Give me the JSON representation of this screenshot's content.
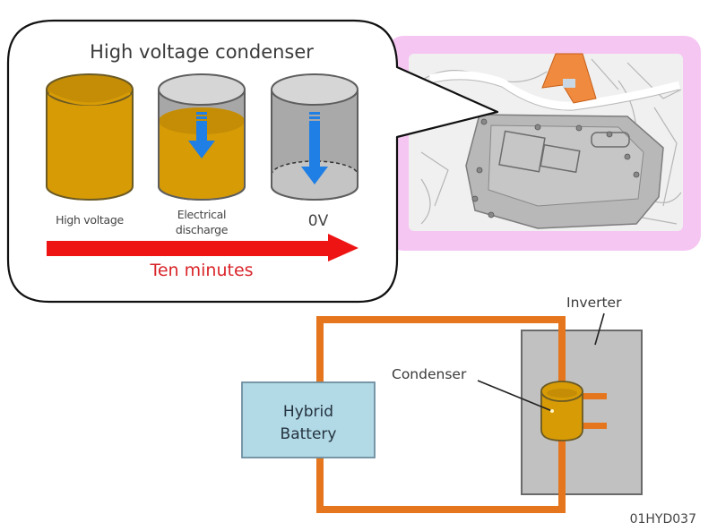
{
  "bubble": {
    "title": "High voltage condenser",
    "stages": [
      {
        "label_lines": [
          "High voltage"
        ],
        "charge_level": 1.0
      },
      {
        "label_lines": [
          "Electrical",
          "discharge"
        ],
        "charge_level": 0.6
      },
      {
        "label_lines": [
          "0V"
        ],
        "charge_level": 0.0
      }
    ],
    "timeline_label": "Ten minutes"
  },
  "photo": {
    "description": "Inverter assembly in engine compartment",
    "frame_color": "#f6c6f3"
  },
  "circuit": {
    "battery_label_lines": [
      "Hybrid",
      "Battery"
    ],
    "condenser_label": "Condenser",
    "inverter_label": "Inverter"
  },
  "figure_code": "01HYD037",
  "colors": {
    "charge": "#d79b06",
    "charge_dark": "#b98404",
    "cylinder_gray": "#b4b4b4",
    "cylinder_top": "#d6d6d6",
    "discharge_arrow": "#1f7fe5",
    "time_arrow": "#ee1414",
    "wire": "#e5761e",
    "battery_fill": "#b2d9e6",
    "inverter_fill": "#c1c1c1"
  }
}
